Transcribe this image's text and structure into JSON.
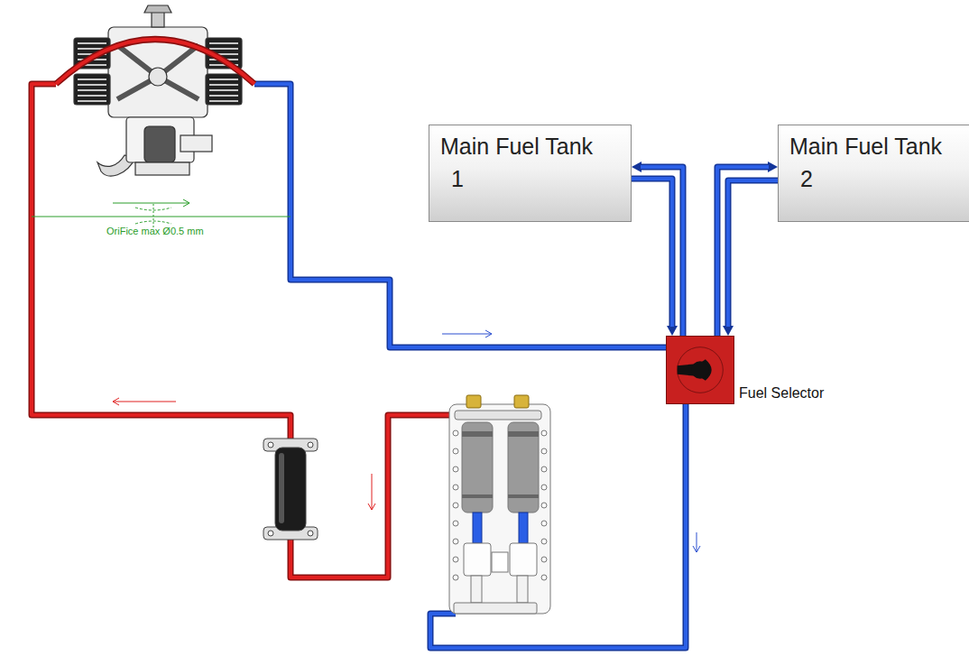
{
  "diagram": {
    "nodes": [
      {
        "text": [
          "Main Fuel Tank",
          "1"
        ]
      },
      {
        "text": [
          "Main Fuel Tank",
          "2"
        ]
      },
      {
        "text": [
          "Fuel Selector"
        ]
      }
    ],
    "edges": [
      {
        "from": 0,
        "to": 2,
        "arrow": "to"
      },
      {
        "from": 2,
        "to": 0,
        "arrow": "to"
      },
      {
        "from": 1,
        "to": 2,
        "arrow": "to"
      },
      {
        "from": 2,
        "to": 1,
        "arrow": "to"
      }
    ],
    "labels": [
      "OriFice max Ø0.5 mm"
    ]
  }
}
